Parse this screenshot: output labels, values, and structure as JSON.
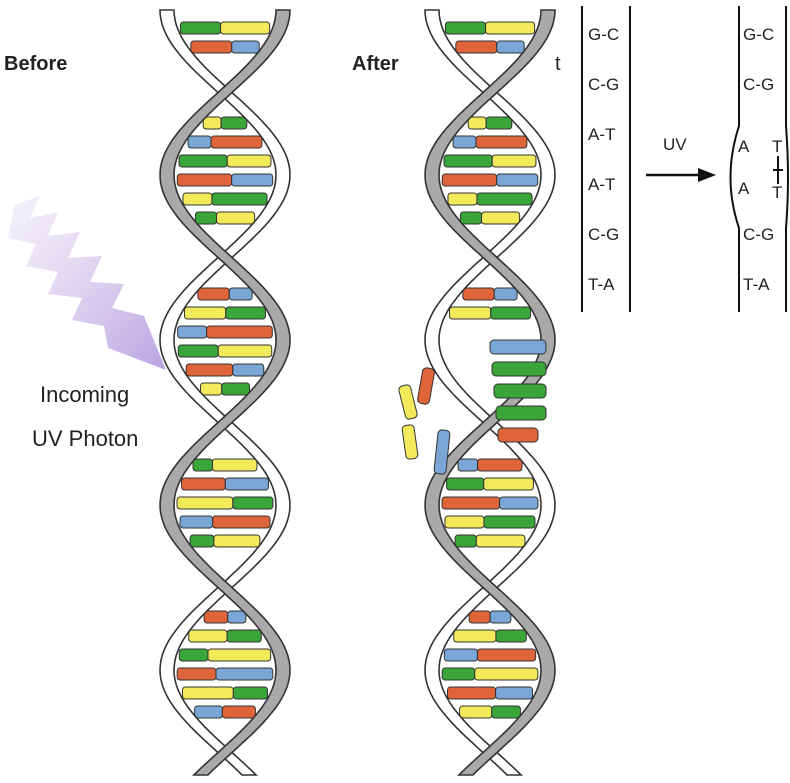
{
  "labels": {
    "before": "Before",
    "after": "After",
    "incoming_line1": "Incoming",
    "incoming_line2": "UV Photon",
    "uv": "UV",
    "cut_letter": "t"
  },
  "left_sequence": [
    "G-C",
    "C-G",
    "A-T",
    "A-T",
    "C-G",
    "T-A"
  ],
  "right_sequence": {
    "top": [
      "G-C",
      "C-G"
    ],
    "dimer_left": [
      "A",
      "A"
    ],
    "dimer_right": [
      "T",
      "T"
    ],
    "bottom": [
      "C-G",
      "T-A"
    ]
  },
  "colors": {
    "backbone": "#a9a9a9",
    "backbone_edge": "#333333",
    "green": "#3aa63a",
    "red": "#e0643a",
    "blue": "#7aa6d6",
    "yellow": "#f2ea5a",
    "photon": "#c9b8e6"
  }
}
